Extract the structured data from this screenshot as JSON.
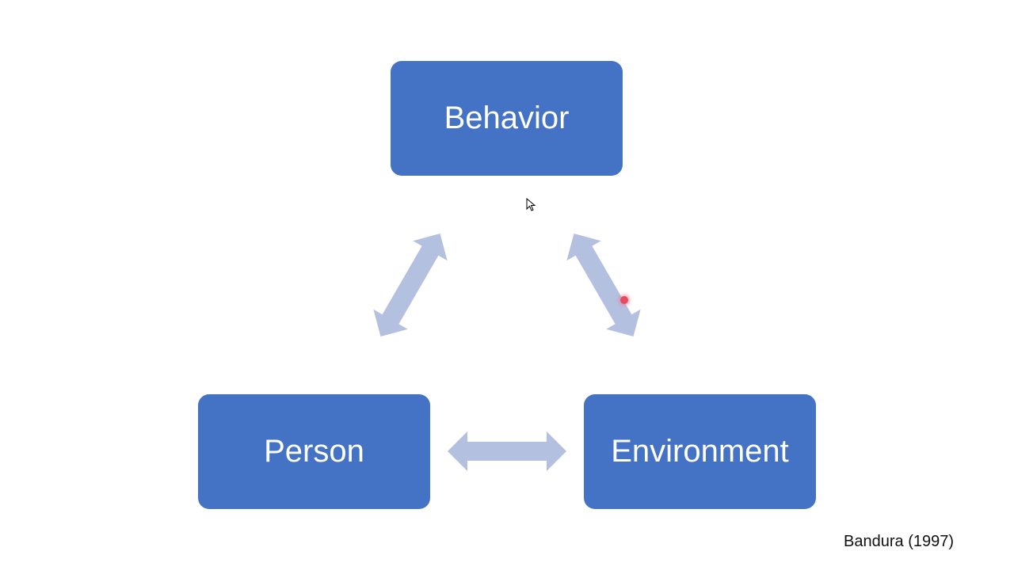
{
  "nodes": {
    "behavior": "Behavior",
    "person": "Person",
    "environment": "Environment"
  },
  "citation": "Bandura (1997)",
  "colors": {
    "node_fill": "#4472C4",
    "node_text": "#FFFFFF",
    "arrow_fill": "#B4C0E0",
    "background": "#FFFFFF"
  },
  "icons": {
    "cursor": "mouse-pointer-icon",
    "laser": "laser-pointer-dot-icon"
  }
}
